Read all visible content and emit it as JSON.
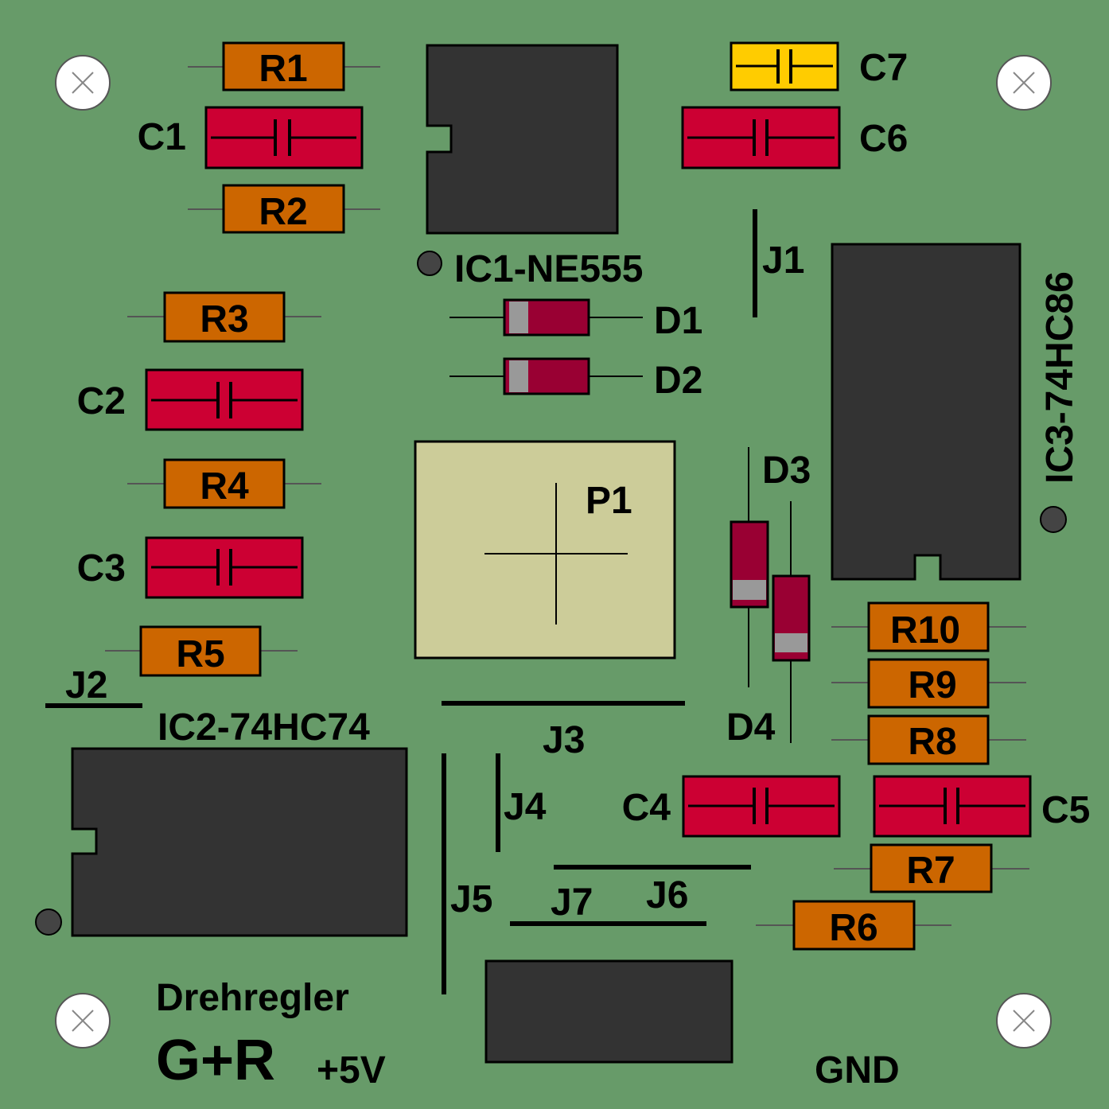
{
  "board": {
    "title": "Drehregler",
    "subtitle": "G+R",
    "power_label": "+5V",
    "ground_label": "GND"
  },
  "colors": {
    "board": "#679b69",
    "resistor": "#cc6600",
    "capacitor": "#cc0033",
    "capacitor_alt": "#ffcc00",
    "diode": "#990033",
    "ic": "#333333",
    "pot": "#cccc99",
    "pad": "#444444"
  },
  "resistors": [
    {
      "id": "R1",
      "label": "R1"
    },
    {
      "id": "R2",
      "label": "R2"
    },
    {
      "id": "R3",
      "label": "R3"
    },
    {
      "id": "R4",
      "label": "R4"
    },
    {
      "id": "R5",
      "label": "R5"
    },
    {
      "id": "R6",
      "label": "R6"
    },
    {
      "id": "R7",
      "label": "R7"
    },
    {
      "id": "R8",
      "label": "R8"
    },
    {
      "id": "R9",
      "label": "R9"
    },
    {
      "id": "R10",
      "label": "R10"
    }
  ],
  "capacitors": [
    {
      "id": "C1",
      "label": "C1",
      "color": "#cc0033"
    },
    {
      "id": "C2",
      "label": "C2",
      "color": "#cc0033"
    },
    {
      "id": "C3",
      "label": "C3",
      "color": "#cc0033"
    },
    {
      "id": "C4",
      "label": "C4",
      "color": "#cc0033"
    },
    {
      "id": "C5",
      "label": "C5",
      "color": "#cc0033"
    },
    {
      "id": "C6",
      "label": "C6",
      "color": "#cc0033"
    },
    {
      "id": "C7",
      "label": "C7",
      "color": "#ffcc00"
    }
  ],
  "diodes": [
    {
      "id": "D1",
      "label": "D1"
    },
    {
      "id": "D2",
      "label": "D2"
    },
    {
      "id": "D3",
      "label": "D3"
    },
    {
      "id": "D4",
      "label": "D4"
    }
  ],
  "ics": [
    {
      "id": "IC1",
      "label": "IC1-NE555"
    },
    {
      "id": "IC2",
      "label": "IC2-74HC74"
    },
    {
      "id": "IC3",
      "label": "IC3-74HC86"
    }
  ],
  "potentiometer": {
    "id": "P1",
    "label": "P1"
  },
  "jumpers": [
    {
      "id": "J1",
      "label": "J1"
    },
    {
      "id": "J2",
      "label": "J2"
    },
    {
      "id": "J3",
      "label": "J3"
    },
    {
      "id": "J4",
      "label": "J4"
    },
    {
      "id": "J5",
      "label": "J5"
    },
    {
      "id": "J6",
      "label": "J6"
    },
    {
      "id": "J7",
      "label": "J7"
    }
  ],
  "mounting_holes": 4
}
